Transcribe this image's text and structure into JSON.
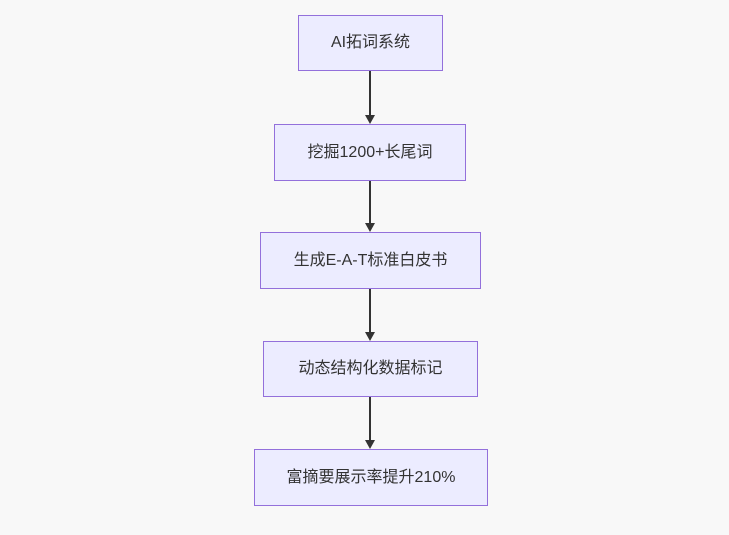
{
  "flowchart": {
    "direction": "top-down",
    "nodes": [
      {
        "id": "step-1",
        "label": "AI拓词系统"
      },
      {
        "id": "step-2",
        "label": "挖掘1200+长尾词"
      },
      {
        "id": "step-3",
        "label": "生成E-A-T标准白皮书"
      },
      {
        "id": "step-4",
        "label": "动态结构化数据标记"
      },
      {
        "id": "step-5",
        "label": "富摘要展示率提升210%"
      }
    ],
    "edges": [
      {
        "from": "step-1",
        "to": "step-2"
      },
      {
        "from": "step-2",
        "to": "step-3"
      },
      {
        "from": "step-3",
        "to": "step-4"
      },
      {
        "from": "step-4",
        "to": "step-5"
      }
    ]
  },
  "colors": {
    "bg": "#f8f8f8",
    "node-fill": "#ececff",
    "node-border": "#9370db",
    "node-text": "#333333",
    "arrow": "#333333"
  }
}
